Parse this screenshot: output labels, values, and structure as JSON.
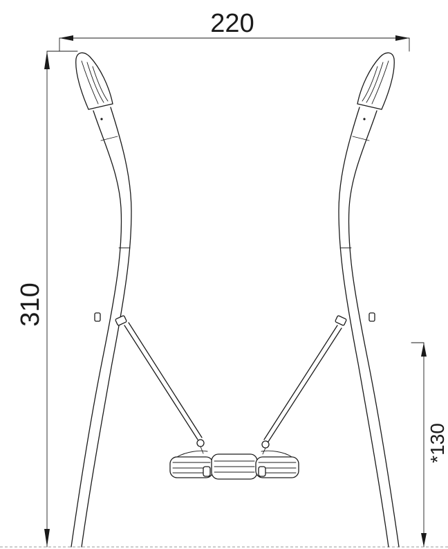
{
  "dimensions": {
    "width_label": "220",
    "height_label": "310",
    "seat_height_label": "*130"
  }
}
